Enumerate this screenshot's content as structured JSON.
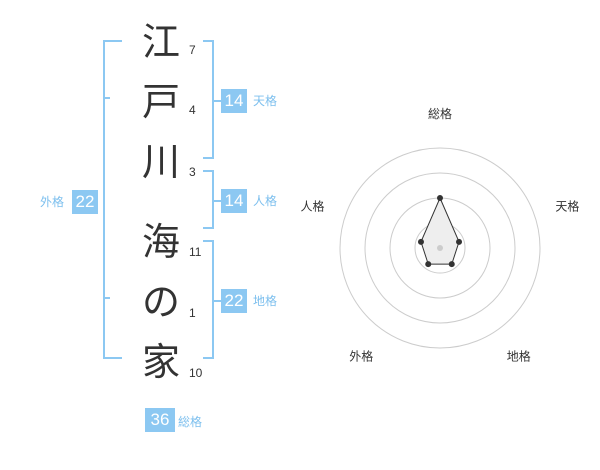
{
  "name": {
    "characters": [
      {
        "char": "江",
        "strokes": "7"
      },
      {
        "char": "戸",
        "strokes": "4"
      },
      {
        "char": "川",
        "strokes": "3"
      },
      {
        "char": "海",
        "strokes": "11"
      },
      {
        "char": "の",
        "strokes": "1"
      },
      {
        "char": "家",
        "strokes": "10"
      }
    ]
  },
  "kakusu": {
    "tenkaku": {
      "value": "14",
      "label": "天格"
    },
    "jinkaku": {
      "value": "14",
      "label": "人格"
    },
    "chikaku": {
      "value": "22",
      "label": "地格"
    },
    "gaikaku": {
      "value": "22",
      "label": "外格"
    },
    "soukaku": {
      "value": "36",
      "label": "総格"
    }
  },
  "colors": {
    "bracket": "#8cc8f2",
    "badge": "#8cc8f2",
    "badge_text": "#ffffff",
    "label": "#7cbfee",
    "radar_grid": "#cccccc",
    "radar_fill": "#eeeeee"
  },
  "chart_data": {
    "type": "radar",
    "axes": [
      "総格",
      "天格",
      "地格",
      "外格",
      "人格"
    ],
    "values": [
      2.5,
      1,
      1,
      1,
      1
    ],
    "max": 5,
    "rings": 4
  }
}
